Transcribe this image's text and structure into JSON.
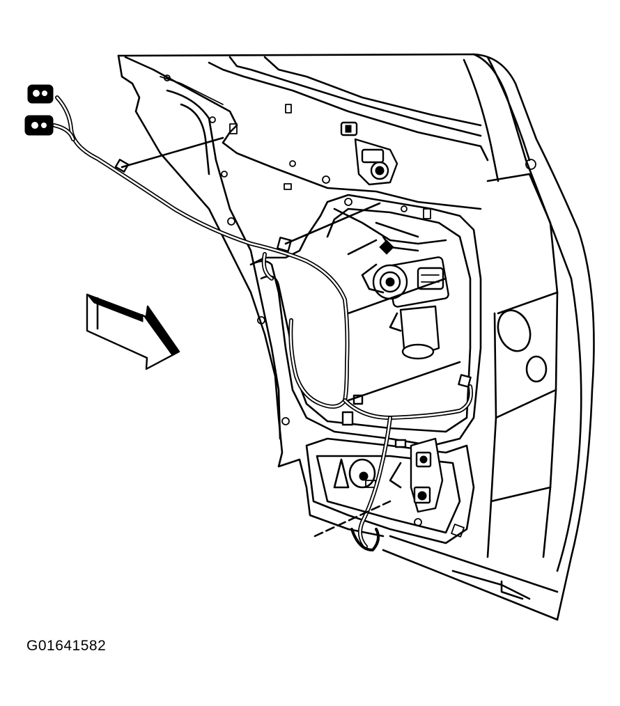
{
  "figure": {
    "code": "G01641582"
  },
  "illustration": {
    "components": [
      "door-inner-panel",
      "wiring-harness",
      "harness-connectors",
      "window-regulator-motor",
      "door-lock-actuator",
      "direction-arrow"
    ]
  }
}
